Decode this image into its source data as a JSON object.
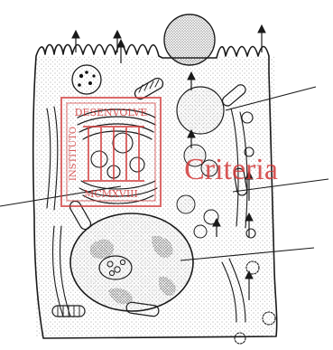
{
  "watermark": {
    "wordmark": "Criteria",
    "seal_text": [
      "DESENVOLVE",
      "INSTITUTO",
      "MCMXVIII"
    ],
    "color": "#d23a3a"
  },
  "colors": {
    "ink": "#1a1a1a",
    "paper": "#ffffff"
  }
}
